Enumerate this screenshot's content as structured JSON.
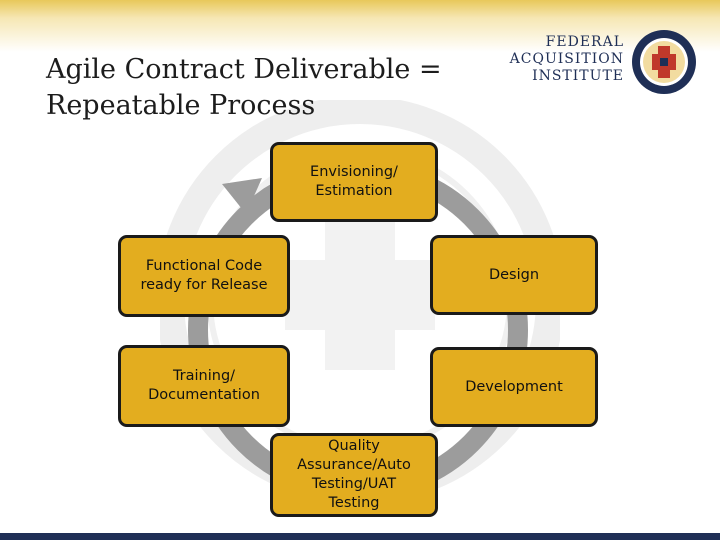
{
  "header": {
    "title": "Agile Contract Deliverable =\nRepeatable Process",
    "logo_line1": "FEDERAL",
    "logo_line2": "ACQUISITION",
    "logo_line3": "INSTITUTE"
  },
  "diagram": {
    "nodes": [
      {
        "label": "Envisioning/\nEstimation"
      },
      {
        "label": "Design"
      },
      {
        "label": "Development"
      },
      {
        "label": "Quality\nAssurance/Auto\nTesting/UAT\nTesting"
      },
      {
        "label": "Training/\nDocumentation"
      },
      {
        "label": "Functional Code\nready for Release"
      }
    ]
  },
  "colors": {
    "node_fill": "#e3ad1f",
    "cycle_arrow": "#9c9c9c",
    "accent_navy": "#1f2f56"
  }
}
